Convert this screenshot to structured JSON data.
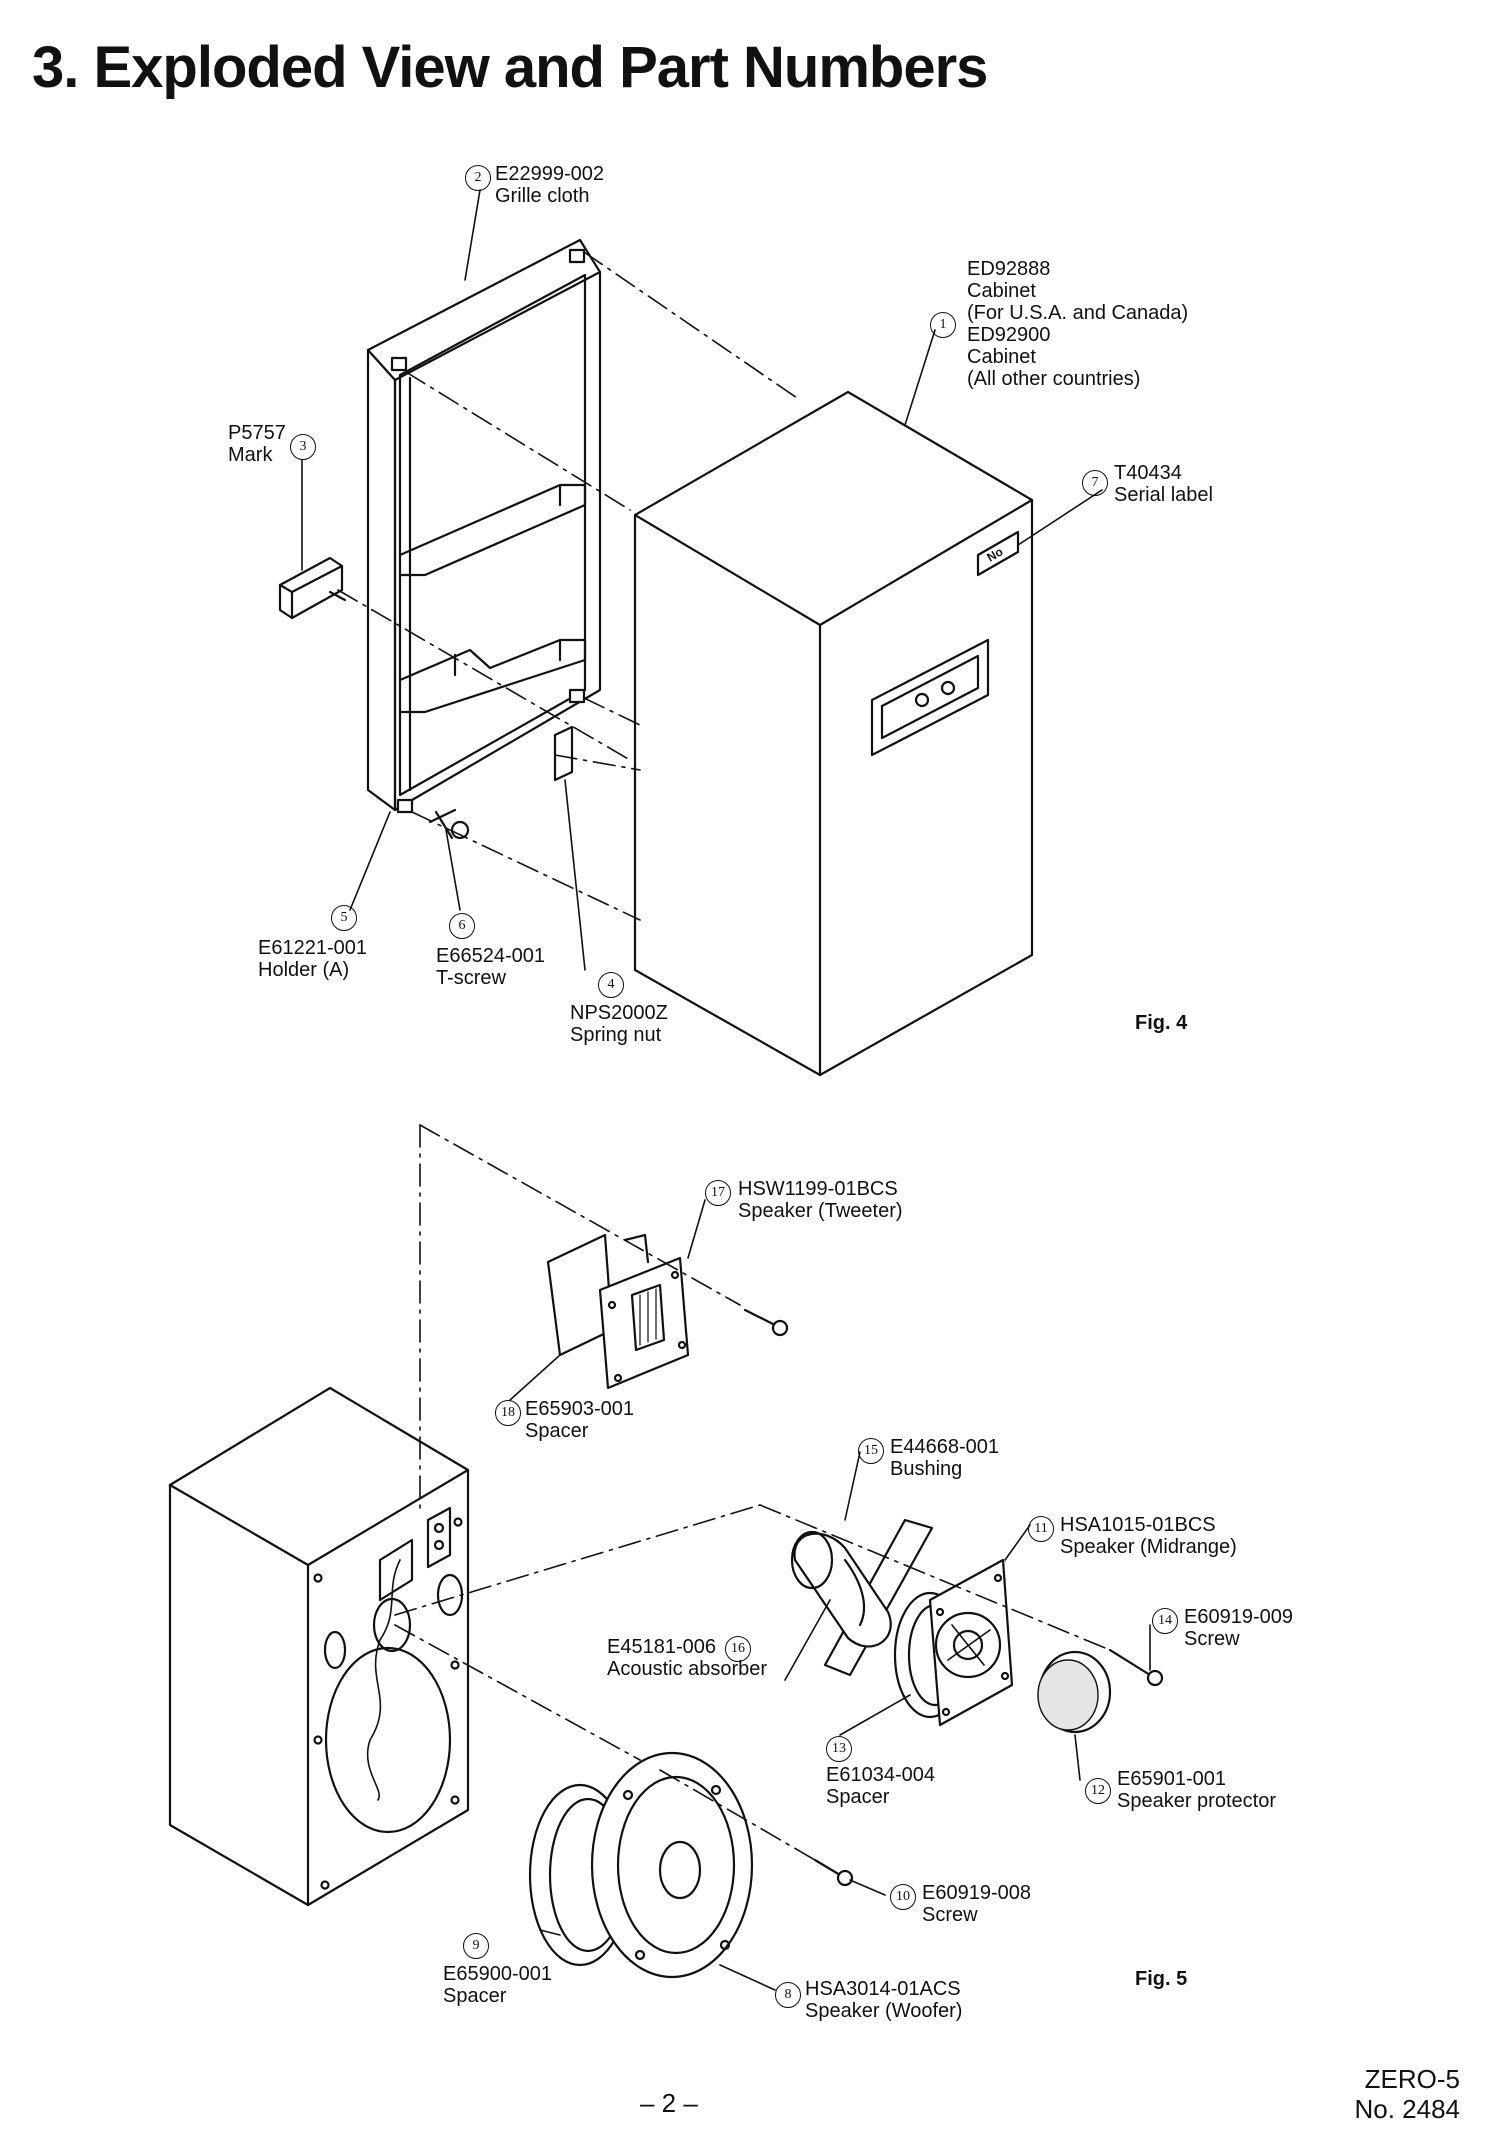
{
  "title": "3. Exploded View and Part Numbers",
  "figures": {
    "fig4": "Fig. 4",
    "fig5": "Fig. 5"
  },
  "footer": {
    "page": "– 2 –",
    "model": "ZERO-5",
    "doc_no": "No. 2484"
  },
  "label_marks": {
    "serial_label_text": "No"
  },
  "parts": [
    {
      "no": "1",
      "code": "ED92888",
      "desc": "Cabinet",
      "extra": "(For U.S.A. and Canada)",
      "code2": "ED92900",
      "desc2": "Cabinet",
      "extra2": "(All other countries)"
    },
    {
      "no": "2",
      "code": "E22999-002",
      "desc": "Grille cloth"
    },
    {
      "no": "3",
      "code": "P5757",
      "desc": "Mark"
    },
    {
      "no": "4",
      "code": "NPS2000Z",
      "desc": "Spring nut"
    },
    {
      "no": "5",
      "code": "E61221-001",
      "desc": "Holder (A)"
    },
    {
      "no": "6",
      "code": "E66524-001",
      "desc": "T-screw"
    },
    {
      "no": "7",
      "code": "T40434",
      "desc": "Serial label"
    },
    {
      "no": "8",
      "code": "HSA3014-01ACS",
      "desc": "Speaker (Woofer)"
    },
    {
      "no": "9",
      "code": "E65900-001",
      "desc": "Spacer"
    },
    {
      "no": "10",
      "code": "E60919-008",
      "desc": "Screw"
    },
    {
      "no": "11",
      "code": "HSA1015-01BCS",
      "desc": "Speaker (Midrange)"
    },
    {
      "no": "12",
      "code": "E65901-001",
      "desc": "Speaker protector"
    },
    {
      "no": "13",
      "code": "E61034-004",
      "desc": "Spacer"
    },
    {
      "no": "14",
      "code": "E60919-009",
      "desc": "Screw"
    },
    {
      "no": "15",
      "code": "E44668-001",
      "desc": "Bushing"
    },
    {
      "no": "16",
      "code": "E45181-006",
      "desc": "Acoustic absorber"
    },
    {
      "no": "17",
      "code": "HSW1199-01BCS",
      "desc": "Speaker (Tweeter)"
    },
    {
      "no": "18",
      "code": "E65903-001",
      "desc": "Spacer"
    }
  ]
}
